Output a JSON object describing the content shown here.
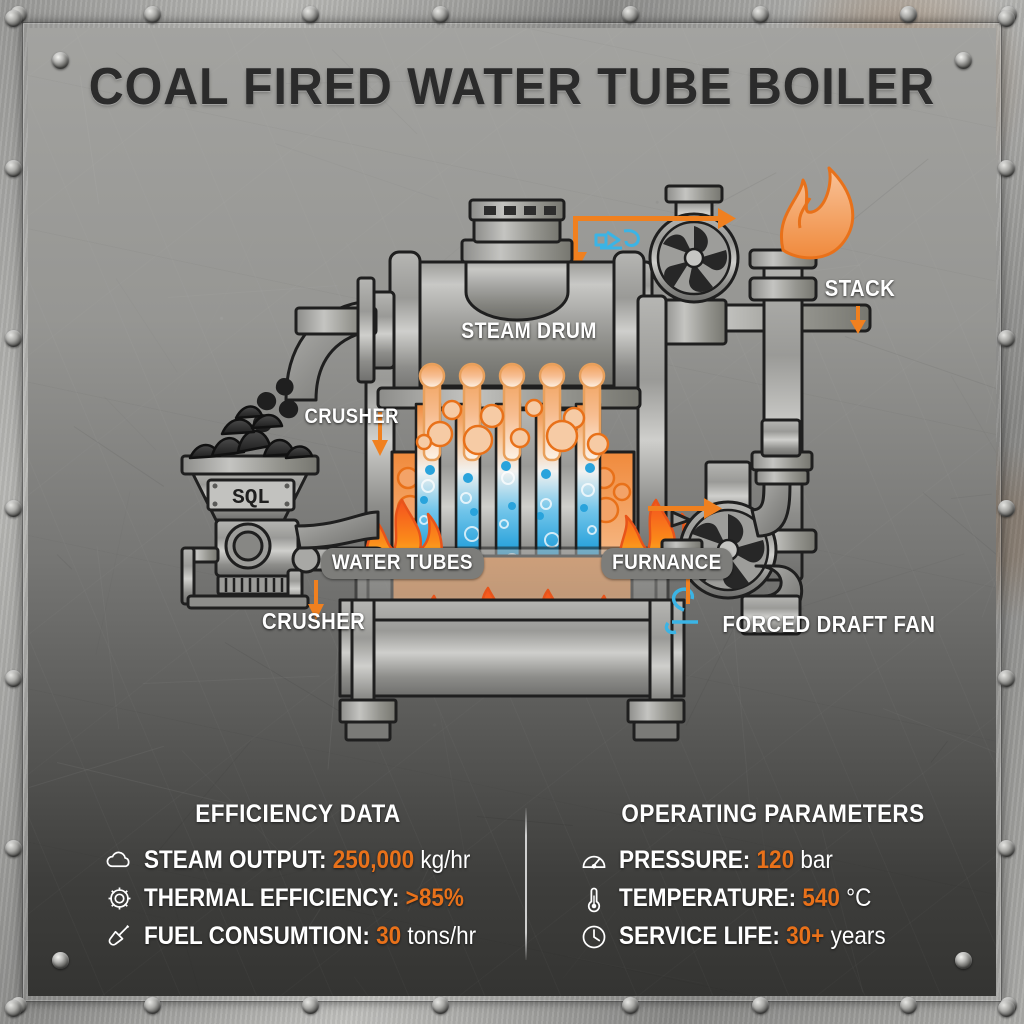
{
  "title": "COAL FIRED WATER TUBE BOILER",
  "colors": {
    "accent_orange": "#e8711a",
    "flame_orange": "#f47b20",
    "flame_yellow": "#fdb913",
    "water_blue": "#29a3dc",
    "steel_gray": "#8a8a88",
    "label_white": "#ffffff",
    "title_dark": "#2b2b2b"
  },
  "diagram": {
    "labels": [
      {
        "id": "steam-drum",
        "text": "STEAM DRUM"
      },
      {
        "id": "stack",
        "text": "STACK"
      },
      {
        "id": "crusher-top",
        "text": "CRUSHER"
      },
      {
        "id": "crusher-bottom",
        "text": "CRUSHER"
      },
      {
        "id": "water-tubes",
        "text": "WATER TUBES"
      },
      {
        "id": "furnance",
        "text": "FURNANCE"
      },
      {
        "id": "forced-draft-fan",
        "text": "FORCED DRAFT FAN"
      }
    ],
    "hopper_plate_text": "SQL",
    "components": [
      "coal-hopper",
      "coal-chute",
      "crusher-unit",
      "steam-drum",
      "drum-manhole-valve",
      "water-tube-bank",
      "furnace-flames",
      "boiler-base",
      "support-legs",
      "induced-draft-fan",
      "forced-draft-fan",
      "stack",
      "flue-gas-duct",
      "air-duct"
    ]
  },
  "stats": {
    "left": {
      "title": "EFFICIENCY DATA",
      "rows": [
        {
          "icon": "cloud-icon",
          "label": "STEAM OUTPUT:",
          "value": "250,000",
          "unit": "kg/hr"
        },
        {
          "icon": "gear-icon",
          "label": "THERMAL EFFICIENCY:",
          "value": ">85%",
          "unit": ""
        },
        {
          "icon": "shovel-icon",
          "label": "FUEL CONSUMTION:",
          "value": "30",
          "unit": "tons/hr"
        }
      ]
    },
    "right": {
      "title": "OPERATING PARAMETERS",
      "rows": [
        {
          "icon": "gauge-icon",
          "label": "PRESSURE:",
          "value": "120",
          "unit": "bar"
        },
        {
          "icon": "thermometer-icon",
          "label": "TEMPERATURE:",
          "value": "540",
          "unit": "°C"
        },
        {
          "icon": "clock-icon",
          "label": "SERVICE LIFE:",
          "value": "30+",
          "unit": "years"
        }
      ]
    }
  }
}
